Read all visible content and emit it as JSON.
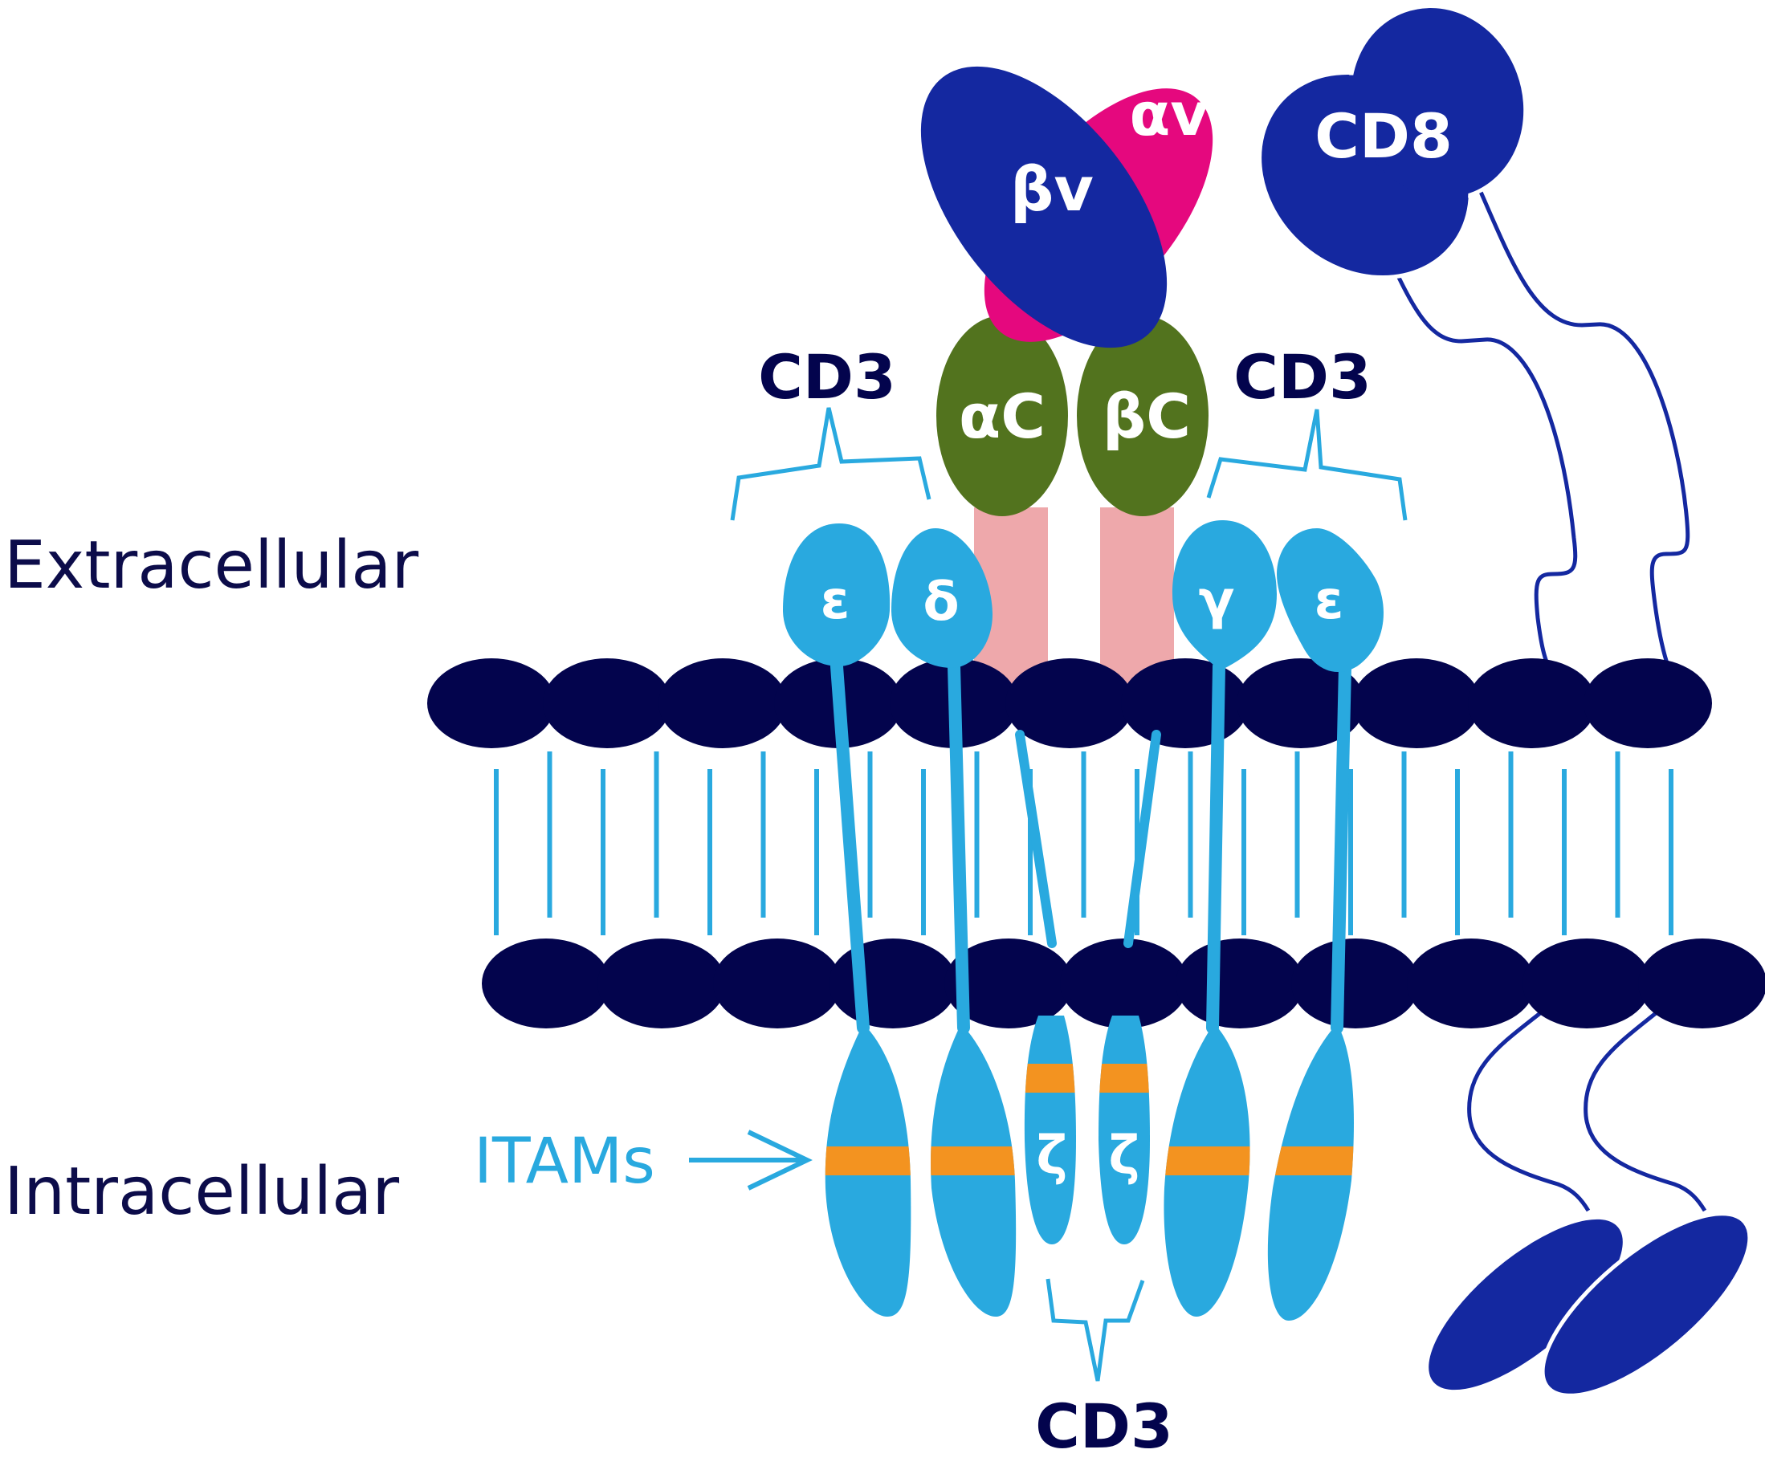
{
  "labels": {
    "extracellular": "Extracellular",
    "intracellular": "Intracellular",
    "itams": "ITAMs",
    "cd3_left": "CD3",
    "cd3_right": "CD3",
    "cd3_bottom": "CD3",
    "cd8": "CD8",
    "beta_v": "βv",
    "alpha_v": "αv",
    "alpha_c": "αC",
    "beta_c": "βC",
    "epsilon_left": "ε",
    "delta": "δ",
    "gamma": "γ",
    "epsilon_right": "ε",
    "zeta_left": "ζ",
    "zeta_right": "ζ"
  },
  "colors": {
    "navy": "#03044d",
    "royal_blue": "#1428a0",
    "light_blue": "#29a9df",
    "magenta": "#e5087e",
    "olive": "#52731e",
    "pink": "#eea8ab",
    "orange": "#f39320",
    "text_navy": "#0c0c4a"
  }
}
